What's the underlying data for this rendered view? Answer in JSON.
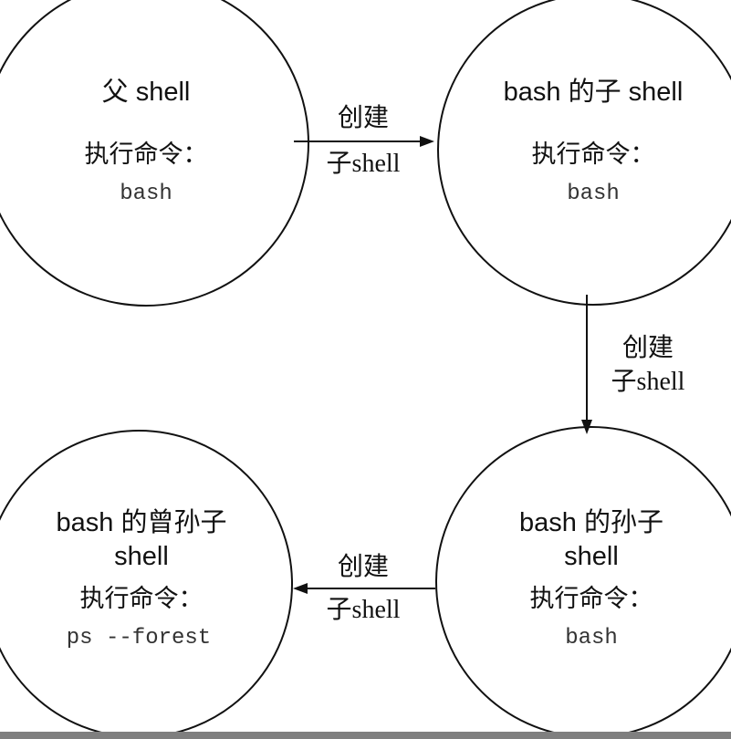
{
  "nodes": [
    {
      "id": "parent",
      "title_lines": [
        "父 shell"
      ],
      "cmd_label": "执行命令：",
      "cmd": "bash"
    },
    {
      "id": "child",
      "title_lines": [
        "bash 的子 shell"
      ],
      "cmd_label": "执行命令：",
      "cmd": "bash"
    },
    {
      "id": "grandchild",
      "title_lines": [
        "bash 的孙子",
        "shell"
      ],
      "cmd_label": "执行命令：",
      "cmd": "bash"
    },
    {
      "id": "great-grandchild",
      "title_lines": [
        "bash 的曾孙子",
        "shell"
      ],
      "cmd_label": "执行命令：",
      "cmd": "ps --forest"
    }
  ],
  "edges": [
    {
      "from": "parent",
      "to": "child",
      "label_lines": [
        "创建",
        "子shell"
      ]
    },
    {
      "from": "child",
      "to": "grandchild",
      "label_lines": [
        "创建",
        "子shell"
      ]
    },
    {
      "from": "grandchild",
      "to": "great-grandchild",
      "label_lines": [
        "创建",
        "子shell"
      ]
    }
  ]
}
